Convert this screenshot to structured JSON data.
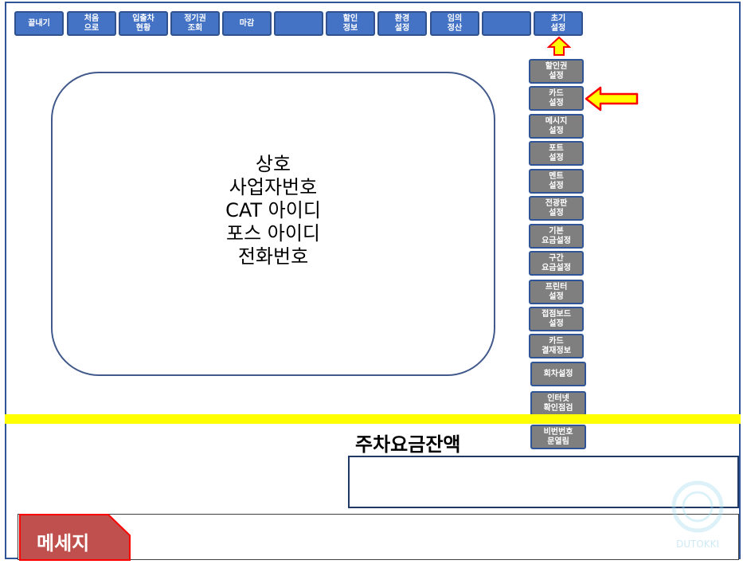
{
  "top_menu": [
    {
      "label": "끝내기"
    },
    {
      "label": "처음\n으로"
    },
    {
      "label": "입출차\n현황"
    },
    {
      "label": "정기권\n조회"
    },
    {
      "label": "마감"
    },
    {
      "label": ""
    },
    {
      "label": "할인\n정보"
    },
    {
      "label": "환경\n설정"
    },
    {
      "label": "임의\n정산"
    },
    {
      "label": ""
    },
    {
      "label": "초기\n설정"
    }
  ],
  "side_menu": [
    {
      "label": "할인권\n설정"
    },
    {
      "label": "카드\n설정"
    },
    {
      "label": "메시지\n설정"
    },
    {
      "label": "포트\n설정"
    },
    {
      "label": "멘트\n설정"
    },
    {
      "label": "전광판\n설정"
    },
    {
      "label": "기본\n요금설정"
    },
    {
      "label": "구간\n요금설정"
    },
    {
      "label": "프린터\n설정"
    },
    {
      "label": "접점보드\n설정"
    },
    {
      "label": "카드\n결재정보"
    },
    {
      "label": "회차설정"
    },
    {
      "label": "인터넷\n확인점검"
    },
    {
      "label": "비번번호\n문열림"
    }
  ],
  "info_panel": {
    "line1": "상호",
    "line2": "사업자번호",
    "line3": "CAT 아이디",
    "line4": "포스 아이디",
    "line5": "전화번호"
  },
  "balance": {
    "label": "주차요금잔액",
    "value": ""
  },
  "message": {
    "label": "메세지",
    "text": ""
  },
  "watermark": {
    "text": "DUTOKKI"
  },
  "colors": {
    "top_button": "#4472c4",
    "side_button": "#7f7f7f",
    "border": "#2f5597",
    "highlight_line": "#ffff00",
    "arrow_fill": "#ffff00",
    "arrow_stroke": "#ff0000",
    "message_tab": "#c0504d"
  }
}
